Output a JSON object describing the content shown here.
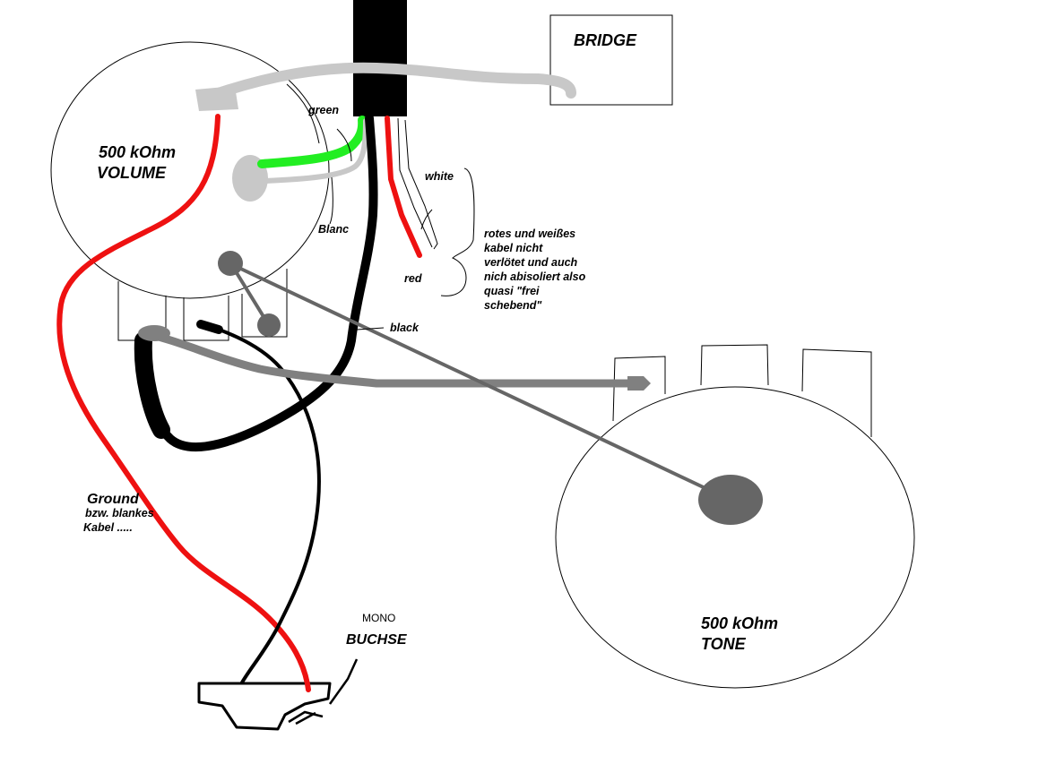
{
  "bridge": {
    "label": "BRIDGE"
  },
  "volume": {
    "line1": "500 kOhm",
    "line2": "VOLUME"
  },
  "tone": {
    "line1": "500 kOhm",
    "line2": "TONE"
  },
  "wires": {
    "green": "green",
    "blanc": "Blanc",
    "white": "white",
    "red": "red",
    "black": "black"
  },
  "note": {
    "lines": [
      "rotes und weißes",
      "kabel nicht",
      "verlötet und auch",
      "nich abisoliert also",
      "quasi \"frei",
      "schebend\""
    ]
  },
  "ground": {
    "title": "Ground",
    "line1": "bzw. blankes",
    "line2": "Kabel ....."
  },
  "jack": {
    "line1": "MONO",
    "line2": "BUCHSE"
  },
  "colors": {
    "red": "#ee1111",
    "green": "#22ee22",
    "black": "#000000",
    "grey_light": "#c8c8c8",
    "grey_mid": "#808080",
    "grey_dark": "#666666"
  }
}
